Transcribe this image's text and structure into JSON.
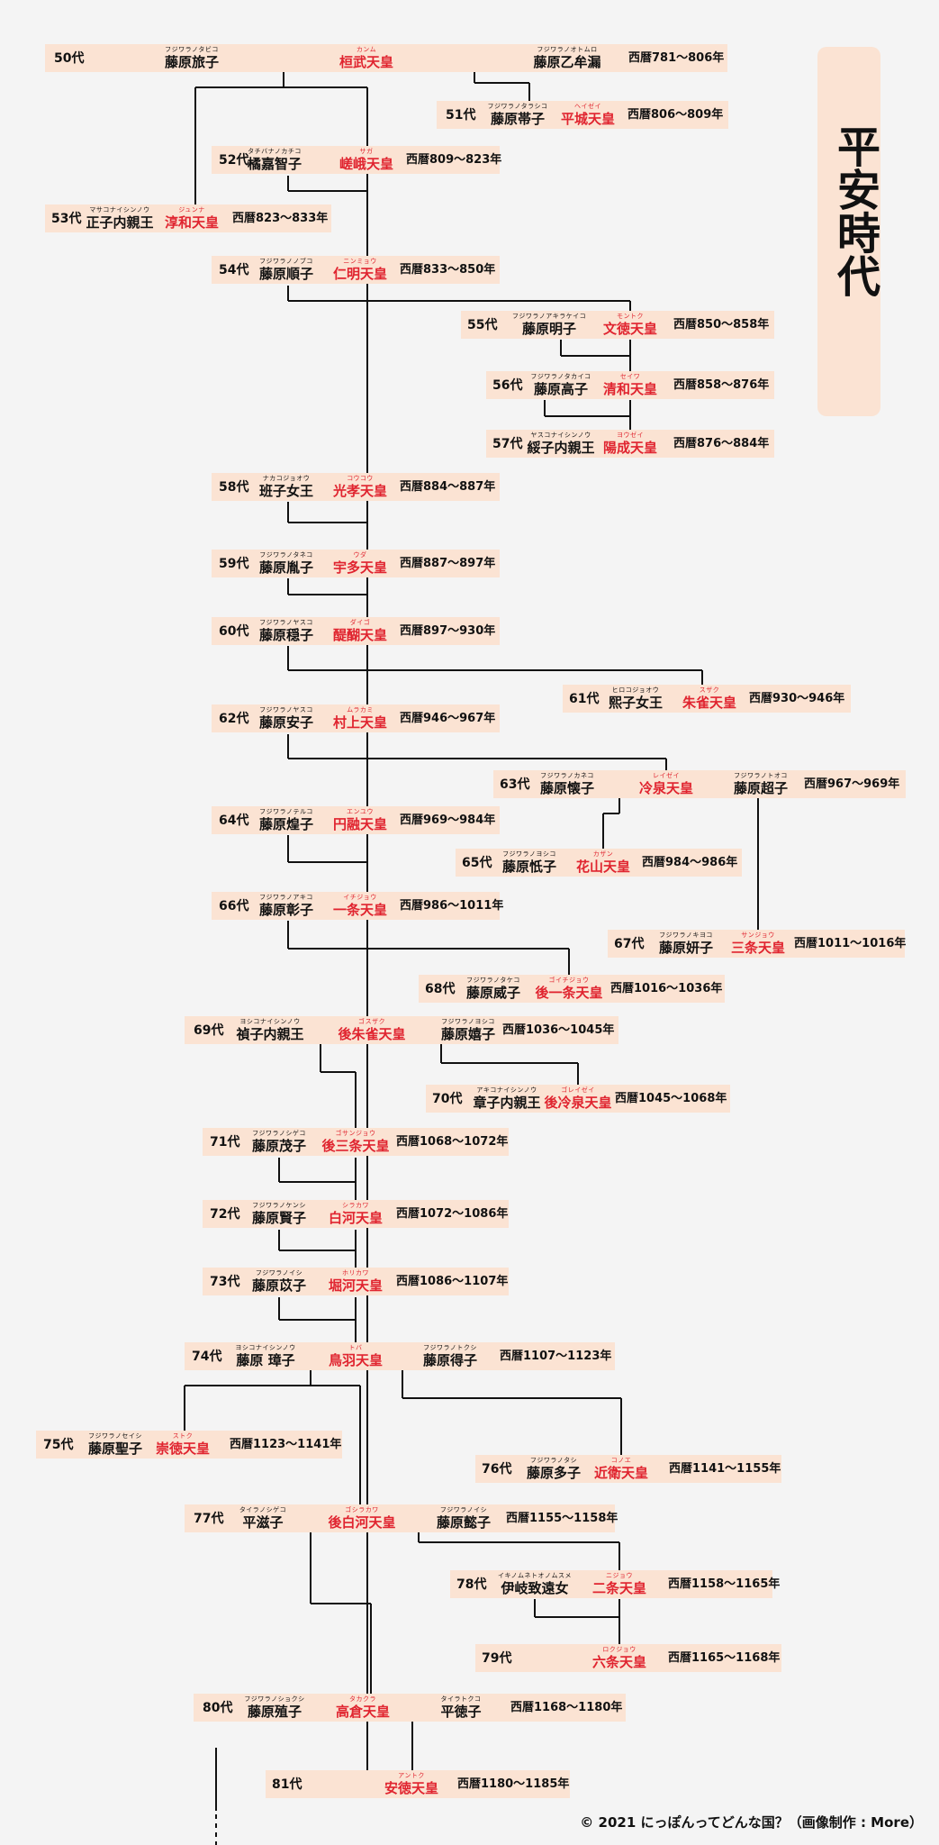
{
  "era_title": "平安時代",
  "credit": "© 2021 にっぽんってどんな国？（画像制作 : More）",
  "colors": {
    "band": "#fbe3d3",
    "emperor": "#e0242f",
    "line": "#111111"
  },
  "generations": [
    {
      "id": "g50",
      "label": "50代",
      "year": "西暦781〜806年",
      "people": [
        {
          "id": "p50a",
          "name": "藤原旅子",
          "furigana": "フジワラノタビコ",
          "emperor": false
        },
        {
          "id": "p50e",
          "name": "桓武天皇",
          "furigana": "カンム",
          "emperor": true
        },
        {
          "id": "p50b",
          "name": "藤原乙牟漏",
          "furigana": "フジワラノオトムロ",
          "emperor": false
        }
      ]
    },
    {
      "id": "g51",
      "label": "51代",
      "year": "西暦806〜809年",
      "people": [
        {
          "id": "p51a",
          "name": "藤原帯子",
          "furigana": "フジワラノタラシコ",
          "emperor": false
        },
        {
          "id": "p51e",
          "name": "平城天皇",
          "furigana": "ヘイゼイ",
          "emperor": true
        }
      ]
    },
    {
      "id": "g52",
      "label": "52代",
      "year": "西暦809〜823年",
      "people": [
        {
          "id": "p52a",
          "name": "橘嘉智子",
          "furigana": "タチバナノカチコ",
          "emperor": false
        },
        {
          "id": "p52e",
          "name": "嵯峨天皇",
          "furigana": "サガ",
          "emperor": true
        }
      ]
    },
    {
      "id": "g53",
      "label": "53代",
      "year": "西暦823〜833年",
      "people": [
        {
          "id": "p53a",
          "name": "正子内親王",
          "furigana": "マサコナイシンノウ",
          "emperor": false
        },
        {
          "id": "p53e",
          "name": "淳和天皇",
          "furigana": "ジュンナ",
          "emperor": true
        }
      ]
    },
    {
      "id": "g54",
      "label": "54代",
      "year": "西暦833〜850年",
      "people": [
        {
          "id": "p54a",
          "name": "藤原順子",
          "furigana": "フジワラノノブコ",
          "emperor": false
        },
        {
          "id": "p54e",
          "name": "仁明天皇",
          "furigana": "ニンミョウ",
          "emperor": true
        }
      ]
    },
    {
      "id": "g55",
      "label": "55代",
      "year": "西暦850〜858年",
      "people": [
        {
          "id": "p55a",
          "name": "藤原明子",
          "furigana": "フジワラノアキラケイコ",
          "emperor": false
        },
        {
          "id": "p55e",
          "name": "文徳天皇",
          "furigana": "モントク",
          "emperor": true
        }
      ]
    },
    {
      "id": "g56",
      "label": "56代",
      "year": "西暦858〜876年",
      "people": [
        {
          "id": "p56a",
          "name": "藤原高子",
          "furigana": "フジワラノタカイコ",
          "emperor": false
        },
        {
          "id": "p56e",
          "name": "清和天皇",
          "furigana": "セイワ",
          "emperor": true
        }
      ]
    },
    {
      "id": "g57",
      "label": "57代",
      "year": "西暦876〜884年",
      "people": [
        {
          "id": "p57a",
          "name": "綏子内親王",
          "furigana": "ヤスコナイシンノウ",
          "emperor": false
        },
        {
          "id": "p57e",
          "name": "陽成天皇",
          "furigana": "ヨウゼイ",
          "emperor": true
        }
      ]
    },
    {
      "id": "g58",
      "label": "58代",
      "year": "西暦884〜887年",
      "people": [
        {
          "id": "p58a",
          "name": "班子女王",
          "furigana": "ナカコジョオウ",
          "emperor": false
        },
        {
          "id": "p58e",
          "name": "光孝天皇",
          "furigana": "コウコウ",
          "emperor": true
        }
      ]
    },
    {
      "id": "g59",
      "label": "59代",
      "year": "西暦887〜897年",
      "people": [
        {
          "id": "p59a",
          "name": "藤原胤子",
          "furigana": "フジワラノタネコ",
          "emperor": false
        },
        {
          "id": "p59e",
          "name": "宇多天皇",
          "furigana": "ウダ",
          "emperor": true
        }
      ]
    },
    {
      "id": "g60",
      "label": "60代",
      "year": "西暦897〜930年",
      "people": [
        {
          "id": "p60a",
          "name": "藤原穏子",
          "furigana": "フジワラノヤスコ",
          "emperor": false
        },
        {
          "id": "p60e",
          "name": "醍醐天皇",
          "furigana": "ダイゴ",
          "emperor": true
        }
      ]
    },
    {
      "id": "g61",
      "label": "61代",
      "year": "西暦930〜946年",
      "people": [
        {
          "id": "p61a",
          "name": "熙子女王",
          "furigana": "ヒロコジョオウ",
          "emperor": false
        },
        {
          "id": "p61e",
          "name": "朱雀天皇",
          "furigana": "スザク",
          "emperor": true
        }
      ]
    },
    {
      "id": "g62",
      "label": "62代",
      "year": "西暦946〜967年",
      "people": [
        {
          "id": "p62a",
          "name": "藤原安子",
          "furigana": "フジワラノヤスコ",
          "emperor": false
        },
        {
          "id": "p62e",
          "name": "村上天皇",
          "furigana": "ムラカミ",
          "emperor": true
        }
      ]
    },
    {
      "id": "g63",
      "label": "63代",
      "year": "西暦967〜969年",
      "people": [
        {
          "id": "p63a",
          "name": "藤原懐子",
          "furigana": "フジワラノカネコ",
          "emperor": false
        },
        {
          "id": "p63e",
          "name": "冷泉天皇",
          "furigana": "レイゼイ",
          "emperor": true
        },
        {
          "id": "p63b",
          "name": "藤原超子",
          "furigana": "フジワラノトオコ",
          "emperor": false
        }
      ]
    },
    {
      "id": "g64",
      "label": "64代",
      "year": "西暦969〜984年",
      "people": [
        {
          "id": "p64a",
          "name": "藤原煌子",
          "furigana": "フジワラノテルコ",
          "emperor": false
        },
        {
          "id": "p64e",
          "name": "円融天皇",
          "furigana": "エンユウ",
          "emperor": true
        }
      ]
    },
    {
      "id": "g65",
      "label": "65代",
      "year": "西暦984〜986年",
      "people": [
        {
          "id": "p65a",
          "name": "藤原忯子",
          "furigana": "フジワラノヨシコ",
          "emperor": false
        },
        {
          "id": "p65e",
          "name": "花山天皇",
          "furigana": "カザン",
          "emperor": true
        }
      ]
    },
    {
      "id": "g66",
      "label": "66代",
      "year": "西暦986〜1011年",
      "people": [
        {
          "id": "p66a",
          "name": "藤原彰子",
          "furigana": "フジワラノアキコ",
          "emperor": false
        },
        {
          "id": "p66e",
          "name": "一条天皇",
          "furigana": "イチジョウ",
          "emperor": true
        }
      ]
    },
    {
      "id": "g67",
      "label": "67代",
      "year": "西暦1011〜1016年",
      "people": [
        {
          "id": "p67a",
          "name": "藤原妍子",
          "furigana": "フジワラノキヨコ",
          "emperor": false
        },
        {
          "id": "p67e",
          "name": "三条天皇",
          "furigana": "サンジョウ",
          "emperor": true
        }
      ]
    },
    {
      "id": "g68",
      "label": "68代",
      "year": "西暦1016〜1036年",
      "people": [
        {
          "id": "p68a",
          "name": "藤原威子",
          "furigana": "フジワラノタケコ",
          "emperor": false
        },
        {
          "id": "p68e",
          "name": "後一条天皇",
          "furigana": "ゴイチジョウ",
          "emperor": true
        }
      ]
    },
    {
      "id": "g69",
      "label": "69代",
      "year": "西暦1036〜1045年",
      "people": [
        {
          "id": "p69a",
          "name": "禎子内親王",
          "furigana": "ヨシコナイシンノウ",
          "emperor": false
        },
        {
          "id": "p69e",
          "name": "後朱雀天皇",
          "furigana": "ゴスザク",
          "emperor": true
        },
        {
          "id": "p69b",
          "name": "藤原嬉子",
          "furigana": "フジワラノヨシコ",
          "emperor": false
        }
      ]
    },
    {
      "id": "g70",
      "label": "70代",
      "year": "西暦1045〜1068年",
      "people": [
        {
          "id": "p70a",
          "name": "章子内親王",
          "furigana": "アキコナイシンノウ",
          "emperor": false
        },
        {
          "id": "p70e",
          "name": "後冷泉天皇",
          "furigana": "ゴレイゼイ",
          "emperor": true
        }
      ]
    },
    {
      "id": "g71",
      "label": "71代",
      "year": "西暦1068〜1072年",
      "people": [
        {
          "id": "p71a",
          "name": "藤原茂子",
          "furigana": "フジワラノシゲコ",
          "emperor": false
        },
        {
          "id": "p71e",
          "name": "後三条天皇",
          "furigana": "ゴサンジョウ",
          "emperor": true
        }
      ]
    },
    {
      "id": "g72",
      "label": "72代",
      "year": "西暦1072〜1086年",
      "people": [
        {
          "id": "p72a",
          "name": "藤原賢子",
          "furigana": "フジワラノケンシ",
          "emperor": false
        },
        {
          "id": "p72e",
          "name": "白河天皇",
          "furigana": "シラカワ",
          "emperor": true
        }
      ]
    },
    {
      "id": "g73",
      "label": "73代",
      "year": "西暦1086〜1107年",
      "people": [
        {
          "id": "p73a",
          "name": "藤原苡子",
          "furigana": "フジワラノイシ",
          "emperor": false
        },
        {
          "id": "p73e",
          "name": "堀河天皇",
          "furigana": "ホリカワ",
          "emperor": true
        }
      ]
    },
    {
      "id": "g74",
      "label": "74代",
      "year": "西暦1107〜1123年",
      "people": [
        {
          "id": "p74a",
          "name": "藤原 璋子",
          "furigana": "ヨシコナイシンノウ",
          "emperor": false
        },
        {
          "id": "p74e",
          "name": "鳥羽天皇",
          "furigana": "トバ",
          "emperor": true
        },
        {
          "id": "p74b",
          "name": "藤原得子",
          "furigana": "フジワラノトクシ",
          "emperor": false
        }
      ]
    },
    {
      "id": "g75",
      "label": "75代",
      "year": "西暦1123〜1141年",
      "people": [
        {
          "id": "p75a",
          "name": "藤原聖子",
          "furigana": "フジワラノセイシ",
          "emperor": false
        },
        {
          "id": "p75e",
          "name": "崇徳天皇",
          "furigana": "ストク",
          "emperor": true
        }
      ]
    },
    {
      "id": "g76",
      "label": "76代",
      "year": "西暦1141〜1155年",
      "people": [
        {
          "id": "p76a",
          "name": "藤原多子",
          "furigana": "フジワラノタシ",
          "emperor": false
        },
        {
          "id": "p76e",
          "name": "近衛天皇",
          "furigana": "コノエ",
          "emperor": true
        }
      ]
    },
    {
      "id": "g77",
      "label": "77代",
      "year": "西暦1155〜1158年",
      "people": [
        {
          "id": "p77a",
          "name": "平滋子",
          "furigana": "タイラノシゲコ",
          "emperor": false
        },
        {
          "id": "p77e",
          "name": "後白河天皇",
          "furigana": "ゴシラカワ",
          "emperor": true
        },
        {
          "id": "p77b",
          "name": "藤原懿子",
          "furigana": "フジワラノイシ",
          "emperor": false
        }
      ]
    },
    {
      "id": "g78",
      "label": "78代",
      "year": "西暦1158〜1165年",
      "people": [
        {
          "id": "p78a",
          "name": "伊岐致遠女",
          "furigana": "イキノムネトオノムスメ",
          "emperor": false
        },
        {
          "id": "p78e",
          "name": "二条天皇",
          "furigana": "ニジョウ",
          "emperor": true
        }
      ]
    },
    {
      "id": "g79",
      "label": "79代",
      "year": "西暦1165〜1168年",
      "people": [
        {
          "id": "p79e",
          "name": "六条天皇",
          "furigana": "ロクジョウ",
          "emperor": true
        }
      ]
    },
    {
      "id": "g80",
      "label": "80代",
      "year": "西暦1168〜1180年",
      "people": [
        {
          "id": "p80a",
          "name": "藤原殖子",
          "furigana": "フジワラノショクシ",
          "emperor": false
        },
        {
          "id": "p80e",
          "name": "高倉天皇",
          "furigana": "タカクラ",
          "emperor": true
        },
        {
          "id": "p80b",
          "name": "平徳子",
          "furigana": "タイラトクコ",
          "emperor": false
        }
      ]
    },
    {
      "id": "g81",
      "label": "81代",
      "year": "西暦1180〜1185年",
      "people": [
        {
          "id": "p81e",
          "name": "安徳天皇",
          "furigana": "アントク",
          "emperor": true
        }
      ]
    }
  ]
}
